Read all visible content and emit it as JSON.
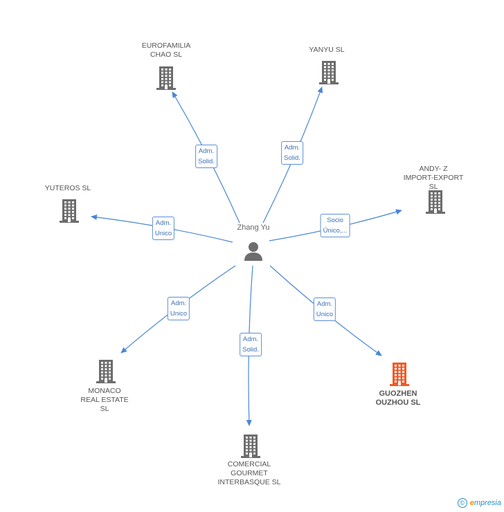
{
  "colors": {
    "edge": "#4a86d4",
    "building": "#6d6d6d",
    "highlight": "#f05a28",
    "person": "#6d6d6d",
    "label_border": "#5b8fd6"
  },
  "center": {
    "name": "Zhang Yu",
    "icon": "person-icon"
  },
  "companies": [
    {
      "id": "eurofamilia",
      "name": "EUROFAMILIA\nCHAO SL",
      "icon": "building-icon",
      "highlight": false
    },
    {
      "id": "yanyu",
      "name": "YANYU SL",
      "icon": "building-icon",
      "highlight": false
    },
    {
      "id": "andy",
      "name": "ANDY- Z\nIMPORT-EXPORT SL",
      "icon": "building-icon",
      "highlight": false
    },
    {
      "id": "yuteros",
      "name": "YUTEROS  SL",
      "icon": "building-icon",
      "highlight": false
    },
    {
      "id": "monaco",
      "name": "MONACO\nREAL ESTATE\nSL",
      "icon": "building-icon",
      "highlight": false
    },
    {
      "id": "comercial",
      "name": "COMERCIAL\nGOURMET\nINTERBASQUE SL",
      "icon": "building-icon",
      "highlight": false
    },
    {
      "id": "guozhen",
      "name": "GUOZHEN\nOUZHOU SL",
      "icon": "building-icon",
      "highlight": true
    }
  ],
  "relations": [
    {
      "to": "eurofamilia",
      "label": "Adm.\nSolid."
    },
    {
      "to": "yanyu",
      "label": "Adm.\nSolid."
    },
    {
      "to": "andy",
      "label": "Socio\nÚnico,..."
    },
    {
      "to": "yuteros",
      "label": "Adm.\nUnico"
    },
    {
      "to": "monaco",
      "label": "Adm.\nUnico"
    },
    {
      "to": "comercial",
      "label": "Adm.\nSolid."
    },
    {
      "to": "guozhen",
      "label": "Adm.\nUnico"
    }
  ],
  "footer": {
    "copyright_symbol": "©",
    "brand_initial": "e",
    "brand_rest": "mpresia"
  }
}
